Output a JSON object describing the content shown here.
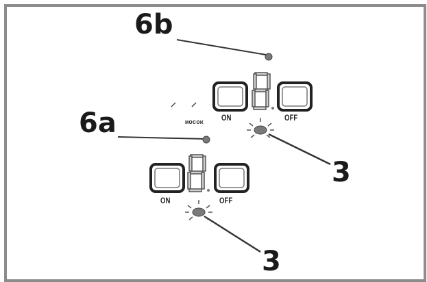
{
  "callouts": {
    "top_label": "6b",
    "left_label": "6a",
    "right_label": "3",
    "bottom_label": "3"
  },
  "upper_panel": {
    "on_label": "ON",
    "off_label": "OFF",
    "tiny_text": "мосок",
    "digit": "8"
  },
  "lower_panel": {
    "on_label": "ON",
    "off_label": "OFF",
    "digit": "8"
  },
  "colors": {
    "frame": "#8c8c8c",
    "line": "#333333",
    "led": "#7a7a7a",
    "button": "#222222"
  }
}
